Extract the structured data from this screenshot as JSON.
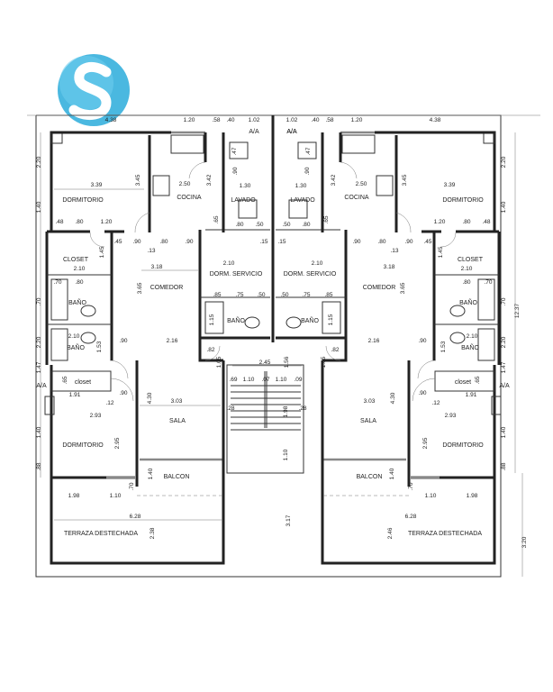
{
  "logo": {
    "letter": "S",
    "color": "#4ab8e0"
  },
  "rooms": {
    "dormitorio": "DORMITORIO",
    "cocina": "COCINA",
    "lavado": "LAVADO",
    "closet_upper": "CLOSET",
    "bano": "BAÑO",
    "comedor": "COMEDOR",
    "dorm_servicio": "DORM. SERVICIO",
    "closet_lower": "closet",
    "sala": "SALA",
    "balcon": "BALCON",
    "terraza": "TERRAZA DESTECHADA",
    "aa": "A/A"
  },
  "dims": {
    "d438": "4.38",
    "d120": "1.20",
    "d58": ".58",
    "d40": ".40",
    "d102": "1.02",
    "d220": "2.20",
    "d140": "1.40",
    "d339": "3.39",
    "d345": "3.45",
    "d250": "2.50",
    "d342": "3.42",
    "d48": ".48",
    "d80": ".80",
    "d90": ".90",
    "d130": "1.30",
    "d50": ".50",
    "d45": ".45",
    "d13": ".13",
    "d318": "3.18",
    "d365": "3.65",
    "d210": "2.10",
    "d145": "1.45",
    "d85": ".85",
    "d75": ".75",
    "d70": ".70",
    "d115": "1.15",
    "d216": "2.16",
    "d82": ".82",
    "d105": "1.05",
    "d245": "2.45",
    "d156": "1.56",
    "d69": ".69",
    "d110": "1.10",
    "d07": ".07",
    "d09": ".09",
    "d198": "1.98",
    "d28": ".28",
    "d430": "4.30",
    "d303": "3.03",
    "d191": "1.91",
    "d12": ".12",
    "d293": "2.93",
    "d295": "2.95",
    "d88": ".88",
    "d628": "6.28",
    "d238": "2.38",
    "d246": "2.46",
    "d317": "3.17",
    "d1237": "12.37",
    "d320": "3.20",
    "d147": "1.47",
    "d47": ".47",
    "d65": ".65",
    "d15": ".15",
    "d153": "1.53",
    "d65b": ".65"
  }
}
